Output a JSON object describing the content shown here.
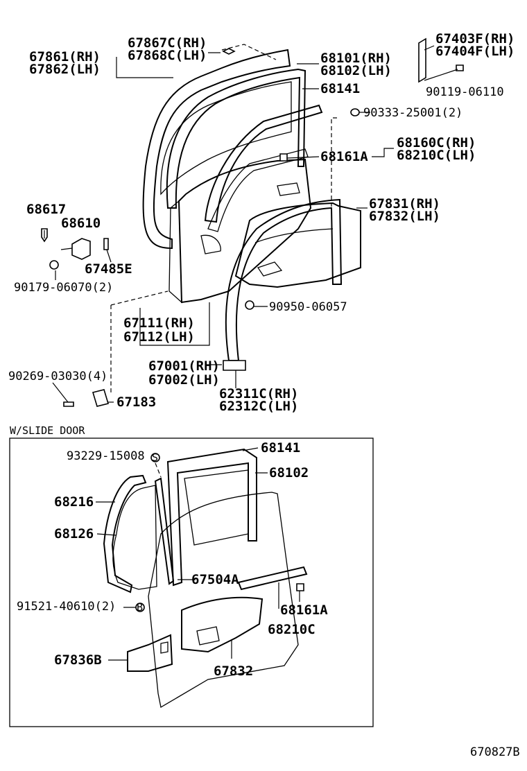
{
  "top_section": {
    "labels": {
      "p67867_68": [
        "67867C(RH)",
        "67868C(LH)"
      ],
      "p67861_62": [
        "67861(RH)",
        "67862(LH)"
      ],
      "p68101_02": [
        "68101(RH)",
        "68102(LH)"
      ],
      "p68141": "68141",
      "p67403_04": [
        "67403F(RH)",
        "67404F(LH)"
      ],
      "p90119": "90119-06110",
      "p90333": "90333-25001(2)",
      "p68160_210": [
        "68160C(RH)",
        "68210C(LH)"
      ],
      "p68161a": "68161A",
      "p68617": "68617",
      "p68610": "68610",
      "p67485e": "67485E",
      "p90179": "90179-06070(2)",
      "p67831_32": [
        "67831(RH)",
        "67832(LH)"
      ],
      "p90950": "90950-06057",
      "p67111_12": [
        "67111(RH)",
        "67112(LH)"
      ],
      "p67001_02": [
        "67001(RH)",
        "67002(LH)"
      ],
      "p90269": "90269-03030(4)",
      "p67183": "67183",
      "p62311_12": [
        "62311C(RH)",
        "62312C(LH)"
      ]
    }
  },
  "slide_section": {
    "title": "W/SLIDE DOOR",
    "labels": {
      "p93229": "93229-15008",
      "p68141": "68141",
      "p68102": "68102",
      "p68216": "68216",
      "p68126": "68126",
      "p67504a": "67504A",
      "p91521": "91521-40610(2)",
      "p68161a": "68161A",
      "p68210c": "68210C",
      "p67836b": "67836B",
      "p67832": "67832"
    }
  },
  "figure_code": "670827B"
}
